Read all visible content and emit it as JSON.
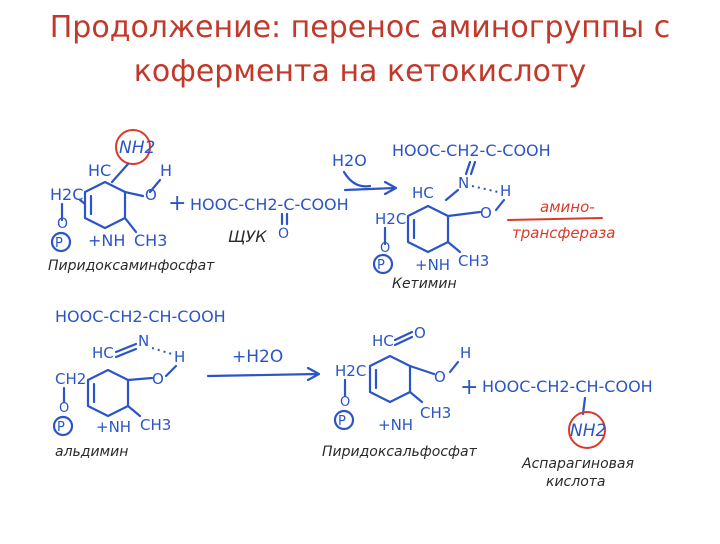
{
  "slide": {
    "title_line1": "Продолжение: перенос аминогруппы с",
    "title_line2": "кофермента на кетокислоту"
  },
  "diagram": {
    "nh2_top": "NH2",
    "hc_a": "HC",
    "h_a": "H",
    "h2c_a": "H2C",
    "o_a": "O",
    "p_a": "P",
    "nh_a": "+NH",
    "ch3_a": "CH3",
    "plus1": "+",
    "keto_acid": "HOOC-CH2-C-COOH",
    "keto_o": "O",
    "shuk": "ЩУК",
    "water_out": "H2O",
    "pyridoxamine": "Пиридоксаминфосфат",
    "ketimine_chain": "HOOC-CH2-C-COOH",
    "ketimine_n": "N",
    "ketimine_h": "H",
    "ketimine_hc": "HC",
    "ketimine_h2c": "H2C",
    "ketimine_o": "O",
    "ketimine_p": "P",
    "ketimine_nh": "+NH",
    "ketimine_ch3": "CH3",
    "ketimine_label": "Кетимин",
    "enzyme_line1": "амино-",
    "enzyme_line2": "трансфераза",
    "aldimine_chain": "HOOC-CH2-CH-COOH",
    "aldimine_hc": "HC",
    "aldimine_n": "N",
    "aldimine_h": "H",
    "aldimine_ch2": "CH2",
    "aldimine_o": "O",
    "aldimine_p": "P",
    "aldimine_nh": "+NH",
    "aldimine_ch3": "CH3",
    "aldimine_label": "альдимин",
    "water_in": "+H2O",
    "plp_hc": "HC",
    "plp_o_top": "O",
    "plp_h": "H",
    "plp_h2c": "H2C",
    "plp_o": "O",
    "plp_p": "P",
    "plp_nh": "+NH",
    "plp_ch3": "CH3",
    "pyridoxal": "Пиридоксальфосфат",
    "plus2": "+",
    "asp_chain": "HOOC-CH2-CH-COOH",
    "asp_nh2": "NH2",
    "asp_label1": "Аспарагиновая",
    "asp_label2": "кислота"
  },
  "colors": {
    "title": "#c0392b",
    "structure_ink": "#2b55c7",
    "label_ink": "#2a2a2a",
    "highlight": "#d93a2b"
  }
}
